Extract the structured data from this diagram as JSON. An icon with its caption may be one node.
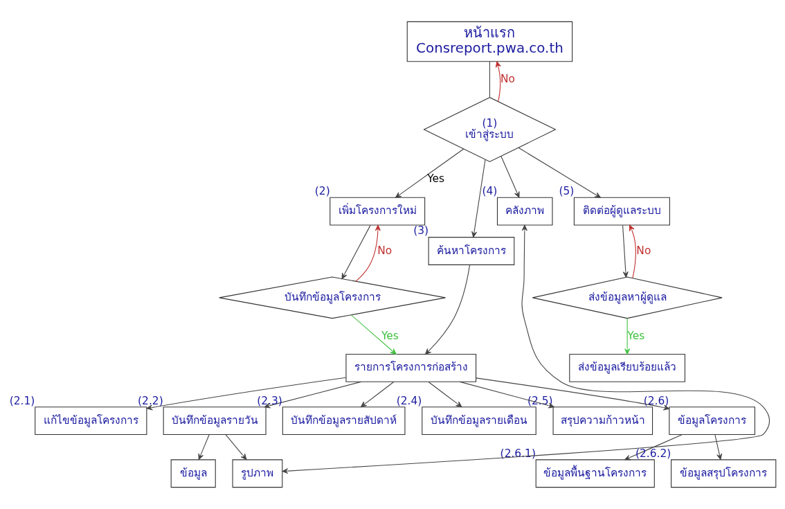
{
  "diagram": {
    "nodes": [
      {
        "text": [
          "หน้าแรก",
          "Consreport.pwa.co.th"
        ]
      },
      {
        "text": [
          "(1)",
          "เข้าสู่ระบบ"
        ]
      },
      {
        "text": [
          "เพิ่มโครงการใหม่"
        ],
        "beside": [
          "(2)"
        ]
      },
      {
        "text": [
          "ค้นหาโครงการ"
        ],
        "beside": [
          "(3)"
        ]
      },
      {
        "text": [
          "คลังภาพ"
        ],
        "beside": [
          "(4)"
        ]
      },
      {
        "text": [
          "ติดต่อผู้ดูแลระบบ"
        ],
        "beside": [
          "(5)"
        ]
      },
      {
        "text": [
          "บันทึกข้อมูลโครงการ"
        ]
      },
      {
        "text": [
          "ส่งข้อมูลหาผู้ดูแล"
        ]
      },
      {
        "text": [
          "ส่งข้อมูลเรียบร้อยแล้ว"
        ]
      },
      {
        "text": [
          "รายการโครงการก่อสร้าง"
        ]
      },
      {
        "text": [
          "แก้ไขข้อมูลโครงการ"
        ],
        "beside": [
          "(2.1)"
        ]
      },
      {
        "text": [
          "บันทึกข้อมูลรายวัน"
        ],
        "beside": [
          "(2.2)"
        ]
      },
      {
        "text": [
          "บันทึกข้อมูลรายสัปดาห์"
        ],
        "beside": [
          "(2.3)"
        ]
      },
      {
        "text": [
          "บันทึกข้อมูลรายเดือน"
        ],
        "beside": [
          "(2.4)"
        ]
      },
      {
        "text": [
          "สรุปความก้าวหน้า"
        ],
        "beside": [
          "(2.5)"
        ]
      },
      {
        "text": [
          "ข้อมูลโครงการ"
        ],
        "beside": [
          "(2.6)"
        ]
      },
      {
        "text": [
          "ข้อมูล"
        ]
      },
      {
        "text": [
          "รูปภาพ"
        ]
      },
      {
        "text": [
          "ข้อมูลพื้นฐานโครงการ"
        ],
        "beside": [
          "(2.6.1)"
        ]
      },
      {
        "text": [
          "ข้อมูลสรุปโครงการ"
        ],
        "beside": [
          "(2.6.2)"
        ]
      }
    ],
    "edges": [
      {
        "from": 0,
        "to": 1,
        "arrow": "none"
      },
      {
        "from": 1,
        "to": 0,
        "arrow": "to",
        "label": "No",
        "color": "#c03030"
      },
      {
        "from": 1,
        "to": 2,
        "arrow": "to",
        "label": "Yes"
      },
      {
        "from": 1,
        "to": 3,
        "arrow": "to"
      },
      {
        "from": 1,
        "to": 4,
        "arrow": "to"
      },
      {
        "from": 1,
        "to": 5,
        "arrow": "to"
      },
      {
        "from": 2,
        "to": 6,
        "arrow": "to"
      },
      {
        "from": 6,
        "to": 2,
        "arrow": "to",
        "label": "No",
        "color": "#c03030"
      },
      {
        "from": 6,
        "to": 9,
        "arrow": "to",
        "label": "Yes",
        "color": "#40c040"
      },
      {
        "from": 3,
        "to": 9,
        "arrow": "to"
      },
      {
        "from": 5,
        "to": 7,
        "arrow": "to"
      },
      {
        "from": 7,
        "to": 5,
        "arrow": "to",
        "label": "No",
        "color": "#c03030"
      },
      {
        "from": 7,
        "to": 8,
        "arrow": "to",
        "label": "Yes",
        "color": "#40c040"
      },
      {
        "from": 9,
        "to": 10,
        "arrow": "to"
      },
      {
        "from": 9,
        "to": 11,
        "arrow": "to"
      },
      {
        "from": 9,
        "to": 12,
        "arrow": "to"
      },
      {
        "from": 9,
        "to": 13,
        "arrow": "to"
      },
      {
        "from": 9,
        "to": 14,
        "arrow": "to"
      },
      {
        "from": 9,
        "to": 15,
        "arrow": "to"
      },
      {
        "from": 11,
        "to": 16,
        "arrow": "to"
      },
      {
        "from": 11,
        "to": 17,
        "arrow": "to"
      },
      {
        "from": 15,
        "to": 18,
        "arrow": "to"
      },
      {
        "from": 15,
        "to": 19,
        "arrow": "to"
      },
      {
        "from": 17,
        "to": 4,
        "arrow": "both"
      }
    ]
  }
}
